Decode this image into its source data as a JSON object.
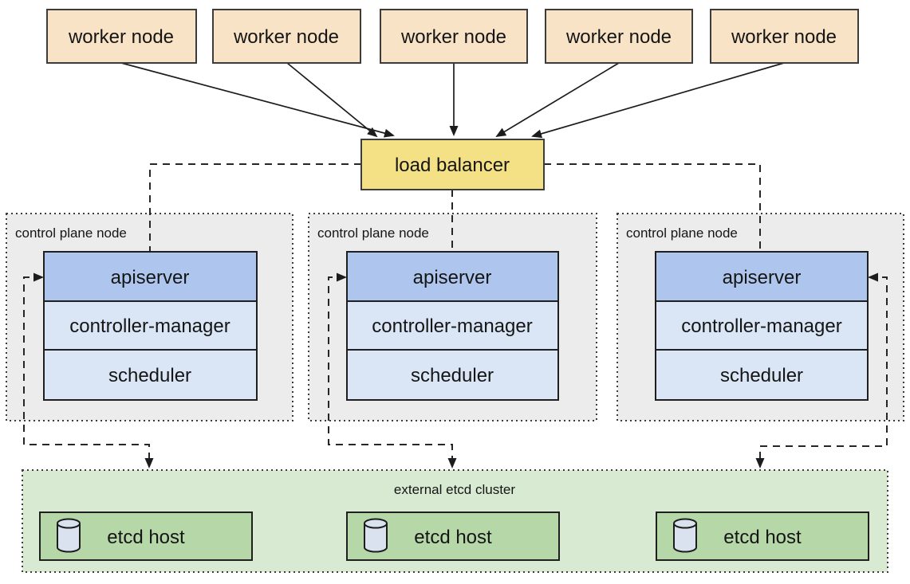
{
  "workers": [
    {
      "label": "worker node"
    },
    {
      "label": "worker node"
    },
    {
      "label": "worker node"
    },
    {
      "label": "worker node"
    },
    {
      "label": "worker node"
    }
  ],
  "load_balancer": {
    "label": "load balancer"
  },
  "control_planes": [
    {
      "label": "control plane node",
      "components": [
        {
          "label": "apiserver"
        },
        {
          "label": "controller-manager"
        },
        {
          "label": "scheduler"
        }
      ]
    },
    {
      "label": "control plane node",
      "components": [
        {
          "label": "apiserver"
        },
        {
          "label": "controller-manager"
        },
        {
          "label": "scheduler"
        }
      ]
    },
    {
      "label": "control plane node",
      "components": [
        {
          "label": "apiserver"
        },
        {
          "label": "controller-manager"
        },
        {
          "label": "scheduler"
        }
      ]
    }
  ],
  "etcd_cluster": {
    "label": "external etcd cluster",
    "hosts": [
      {
        "label": "etcd host"
      },
      {
        "label": "etcd host"
      },
      {
        "label": "etcd host"
      }
    ]
  },
  "colors": {
    "background": "#ffffff",
    "worker_fill": "#f8e3c6",
    "load_balancer_fill": "#f5e185",
    "apiserver_fill": "#aec6ee",
    "component_fill": "#dae6f6",
    "control_plane_fill": "#ececec",
    "etcd_cluster_fill": "#d9ead3",
    "etcd_host_fill": "#b6d7a8",
    "cylinder_fill": "#dae2f0",
    "line": "#1c1c1c"
  }
}
